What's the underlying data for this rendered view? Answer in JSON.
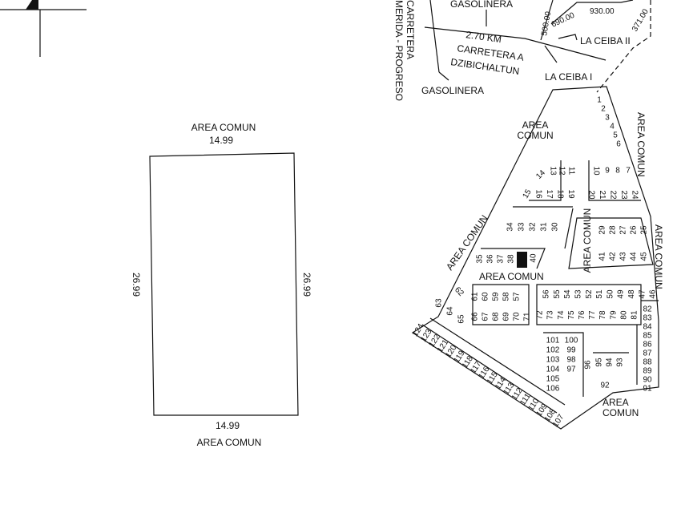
{
  "lot_plan": {
    "top_label": "AREA COMUN",
    "top_width": "14.99",
    "left_depth": "26.99",
    "right_depth": "26.99",
    "bottom_width": "14.99",
    "bottom_label": "AREA COMUN"
  },
  "location_map": {
    "gasolinera_top": "GASOLINERA",
    "gasolinera_bottom": "GASOLINERA",
    "highway_line1": "CARRETERA",
    "highway_line2": "MERIDA - PROGRESO",
    "distance": "2.70 KM",
    "road_line1": "CARRETERA A",
    "road_line2": "DZIBICHALTUN",
    "la_ceiba_1": "LA CEIBA I",
    "la_ceiba_2": "LA CEIBA II",
    "dim_500": "500.00",
    "dim_690": "690.00",
    "dim_930": "930.00",
    "dim_371": "371.00"
  },
  "subdivision": {
    "area_comun": "AREA COMUN",
    "area": "AREA",
    "comun": "COMUN",
    "selected_lot": "39",
    "lots": [
      "1",
      "2",
      "3",
      "4",
      "5",
      "6",
      "7",
      "8",
      "9",
      "10",
      "11",
      "12",
      "13",
      "14",
      "15",
      "16",
      "17",
      "18",
      "19",
      "20",
      "21",
      "22",
      "23",
      "24",
      "25",
      "26",
      "27",
      "28",
      "29",
      "30",
      "31",
      "32",
      "33",
      "34",
      "35",
      "36",
      "37",
      "38",
      "40",
      "41",
      "42",
      "43",
      "44",
      "45",
      "46",
      "47",
      "48",
      "49",
      "50",
      "51",
      "52",
      "53",
      "54",
      "55",
      "56",
      "57",
      "58",
      "59",
      "60",
      "61",
      "62",
      "63",
      "64",
      "65",
      "66",
      "67",
      "68",
      "69",
      "70",
      "71",
      "72",
      "73",
      "74",
      "75",
      "76",
      "77",
      "78",
      "79",
      "80",
      "81",
      "82",
      "83",
      "84",
      "85",
      "86",
      "87",
      "88",
      "89",
      "90",
      "91",
      "92",
      "93",
      "94",
      "95",
      "96",
      "97",
      "98",
      "99",
      "100",
      "101",
      "102",
      "103",
      "104",
      "105",
      "106",
      "107",
      "108",
      "109",
      "110",
      "111",
      "112",
      "113",
      "114",
      "115",
      "116",
      "117",
      "118",
      "119",
      "120",
      "121",
      "122",
      "123",
      "124"
    ]
  }
}
